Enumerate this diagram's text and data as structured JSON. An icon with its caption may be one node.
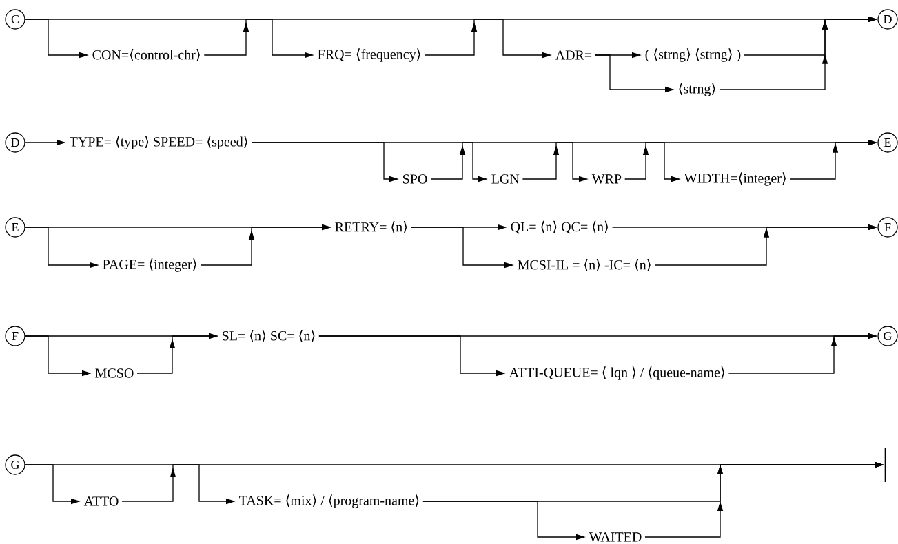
{
  "diagram": {
    "nodes": [
      {
        "text": [
          "C"
        ]
      },
      {
        "text": [
          "CON=⟨control-chr⟩"
        ]
      },
      {
        "text": [
          "FRQ= ⟨frequency⟩"
        ]
      },
      {
        "text": [
          "ADR="
        ]
      },
      {
        "text": [
          "( ⟨strng⟩ ⟨strng⟩ )"
        ]
      },
      {
        "text": [
          "⟨strng⟩"
        ]
      },
      {
        "text": [
          "D"
        ]
      },
      {
        "text": [
          "D"
        ]
      },
      {
        "text": [
          "TYPE= ⟨type⟩ SPEED= ⟨speed⟩"
        ]
      },
      {
        "text": [
          "SPO"
        ]
      },
      {
        "text": [
          "LGN"
        ]
      },
      {
        "text": [
          "WRP"
        ]
      },
      {
        "text": [
          "WIDTH=⟨integer⟩"
        ]
      },
      {
        "text": [
          "E"
        ]
      },
      {
        "text": [
          "E"
        ]
      },
      {
        "text": [
          "PAGE= ⟨integer⟩"
        ]
      },
      {
        "text": [
          "RETRY= ⟨n⟩"
        ]
      },
      {
        "text": [
          "QL= ⟨n⟩ QC= ⟨n⟩"
        ]
      },
      {
        "text": [
          "MCSI-IL = ⟨n⟩ -IC= ⟨n⟩"
        ]
      },
      {
        "text": [
          "F"
        ]
      },
      {
        "text": [
          "F"
        ]
      },
      {
        "text": [
          "MCSO"
        ]
      },
      {
        "text": [
          "SL= ⟨n⟩ SC= ⟨n⟩"
        ]
      },
      {
        "text": [
          "ATTI-QUEUE= ⟨ lqn ⟩ / ⟨queue-name⟩"
        ]
      },
      {
        "text": [
          "G"
        ]
      },
      {
        "text": [
          "G"
        ]
      },
      {
        "text": [
          "ATTO"
        ]
      },
      {
        "text": [
          "TASK= ⟨mix⟩ / ⟨program-name⟩"
        ]
      },
      {
        "text": [
          "WAITED"
        ]
      },
      {
        "text": [],
        "shape": "bar"
      }
    ],
    "edges": [
      {
        "from": 0,
        "to": 6,
        "arrow": "to"
      },
      {
        "from": 0,
        "to": 1,
        "arrow": "to"
      },
      {
        "from": 1,
        "to": 2,
        "arrow": "to"
      },
      {
        "from": 2,
        "to": 3,
        "arrow": "to"
      },
      {
        "from": 3,
        "to": 4,
        "arrow": "to"
      },
      {
        "from": 3,
        "to": 5,
        "arrow": "to"
      },
      {
        "from": 4,
        "to": 6,
        "arrow": "to"
      },
      {
        "from": 5,
        "to": 6,
        "arrow": "to"
      },
      {
        "from": 7,
        "to": 8,
        "arrow": "to"
      },
      {
        "from": 8,
        "to": 13,
        "arrow": "to"
      },
      {
        "from": 8,
        "to": 9,
        "arrow": "to"
      },
      {
        "from": 9,
        "to": 10,
        "arrow": "to"
      },
      {
        "from": 10,
        "to": 11,
        "arrow": "to"
      },
      {
        "from": 11,
        "to": 12,
        "arrow": "to"
      },
      {
        "from": 12,
        "to": 13,
        "arrow": "to"
      },
      {
        "from": 14,
        "to": 16,
        "arrow": "to"
      },
      {
        "from": 14,
        "to": 15,
        "arrow": "to"
      },
      {
        "from": 15,
        "to": 16,
        "arrow": "to"
      },
      {
        "from": 16,
        "to": 17,
        "arrow": "to"
      },
      {
        "from": 16,
        "to": 18,
        "arrow": "to"
      },
      {
        "from": 17,
        "to": 19,
        "arrow": "to"
      },
      {
        "from": 18,
        "to": 19,
        "arrow": "to"
      },
      {
        "from": 20,
        "to": 22,
        "arrow": "to"
      },
      {
        "from": 20,
        "to": 21,
        "arrow": "to"
      },
      {
        "from": 21,
        "to": 22,
        "arrow": "to"
      },
      {
        "from": 22,
        "to": 24,
        "arrow": "to"
      },
      {
        "from": 22,
        "to": 23,
        "arrow": "to"
      },
      {
        "from": 23,
        "to": 24,
        "arrow": "to"
      },
      {
        "from": 25,
        "to": 29,
        "arrow": "to"
      },
      {
        "from": 25,
        "to": 26,
        "arrow": "to"
      },
      {
        "from": 26,
        "to": 27,
        "arrow": "to"
      },
      {
        "from": 27,
        "to": 29,
        "arrow": "to"
      },
      {
        "from": 27,
        "to": 28,
        "arrow": "to"
      },
      {
        "from": 28,
        "to": 29,
        "arrow": "to"
      }
    ]
  }
}
